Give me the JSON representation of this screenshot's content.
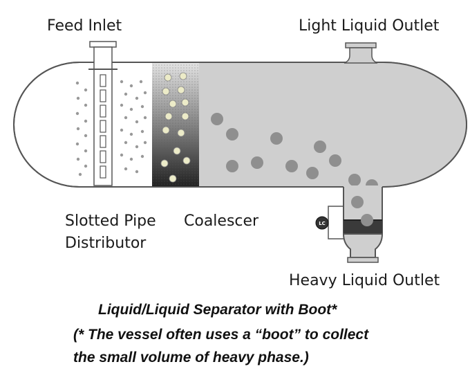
{
  "labels": {
    "feed_inlet": "Feed Inlet",
    "light_outlet": "Light Liquid Outlet",
    "slotted_pipe_line1": "Slotted Pipe",
    "slotted_pipe_line2": "Distributor",
    "coalescer": "Coalescer",
    "heavy_outlet": "Heavy Liquid Outlet",
    "level_controller": "LC"
  },
  "caption": {
    "title": "Liquid/Liquid Separator with Boot*",
    "note_line1": "(* The vessel often uses a “boot” to collect",
    "note_line2": "the small volume of heavy phase.)"
  },
  "colors": {
    "vessel_outline": "#555555",
    "liquid_fill": "#cfcfcf",
    "droplet": "#8f8f8f",
    "coalescer_dark": "#2a2a2a",
    "coalescer_light": "#e6e6e6"
  }
}
